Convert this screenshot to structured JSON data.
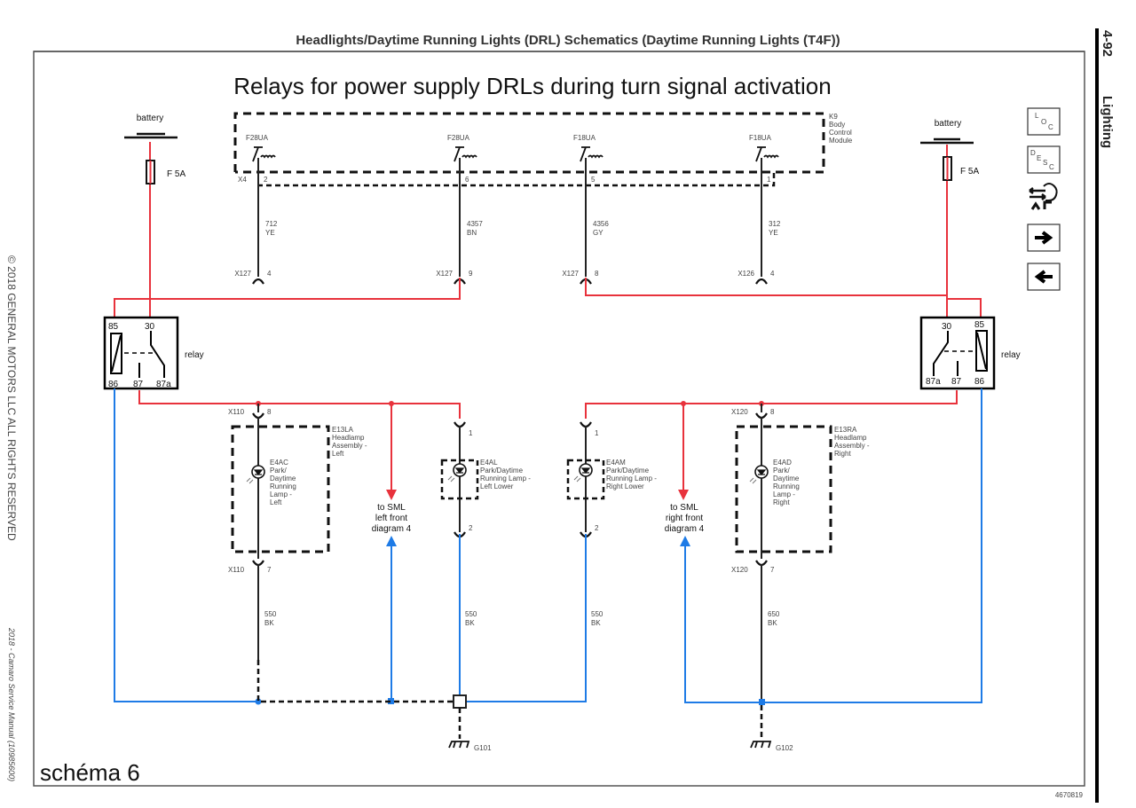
{
  "header": {
    "title": "Headlights/Daytime Running Lights (DRL) Schematics (Daytime Running Lights (T4F))",
    "page_number": "4-92",
    "section": "Lighting"
  },
  "annotation_title": "Relays for power supply DRLs during turn signal activation",
  "footer": {
    "schema_label": "schéma 6",
    "figure_id": "4670819",
    "copyright": "© 2018  GENERAL MOTORS LLC ALL RIGHTS RESERVED",
    "manual": "2018 - Camaro Service Manual (10985600)"
  },
  "nav_icons": [
    {
      "name": "loc-icon",
      "letters": [
        "L",
        "O",
        "C"
      ]
    },
    {
      "name": "desc-icon",
      "letters": [
        "D",
        "E",
        "S",
        "C"
      ]
    },
    {
      "name": "connector-swap-icon"
    },
    {
      "name": "next-arrow-icon",
      "glyph": "➡"
    },
    {
      "name": "prev-arrow-icon",
      "glyph": "⬅"
    }
  ],
  "module": {
    "id": "K9",
    "name_lines": [
      "Body",
      "Control",
      "Module"
    ],
    "connector": "X4",
    "outputs": [
      {
        "driver": "F28UA",
        "pin": "2",
        "circuit": "712",
        "color": "YE",
        "inline": "X127",
        "inline_pin": "4"
      },
      {
        "driver": "F28UA",
        "pin": "6",
        "circuit": "4357",
        "color": "BN",
        "inline": "X127",
        "inline_pin": "9"
      },
      {
        "driver": "F18UA",
        "pin": "5",
        "circuit": "4356",
        "color": "GY",
        "inline": "X127",
        "inline_pin": "8"
      },
      {
        "driver": "F18UA",
        "pin": "1",
        "circuit": "312",
        "color": "YE",
        "inline": "X126",
        "inline_pin": "4"
      }
    ]
  },
  "battery_left": {
    "label": "battery",
    "fuse": "F 5A"
  },
  "battery_right": {
    "label": "battery",
    "fuse": "F 5A"
  },
  "relay_left": {
    "label": "relay",
    "pins": {
      "p85": "85",
      "p30": "30",
      "p86": "86",
      "p87": "87",
      "p87a": "87a"
    }
  },
  "relay_right": {
    "label": "relay",
    "pins": {
      "p85": "85",
      "p30": "30",
      "p86": "86",
      "p87": "87",
      "p87a": "87a"
    }
  },
  "lamps": {
    "left_assembly": {
      "id": "E13LA",
      "name_lines": [
        "Headlamp",
        "Assembly -",
        "Left"
      ],
      "conn": "X110",
      "pin_in": "8",
      "pin_out": "7",
      "lamp": {
        "id": "E4AC",
        "name_lines": [
          "Park/",
          "Daytime",
          "Running",
          "Lamp -",
          "Left"
        ]
      },
      "circuit": "550",
      "color": "BK"
    },
    "left_lower": {
      "id": "E4AL",
      "name_lines": [
        "Park/Daytime",
        "Running Lamp -",
        "Left Lower"
      ],
      "pin_in": "1",
      "pin_out": "2",
      "circuit": "550",
      "color": "BK"
    },
    "right_lower": {
      "id": "E4AM",
      "name_lines": [
        "Park/Daytime",
        "Running Lamp -",
        "Right Lower"
      ],
      "pin_in": "1",
      "pin_out": "2",
      "circuit": "550",
      "color": "BK"
    },
    "right_assembly": {
      "id": "E13RA",
      "name_lines": [
        "Headlamp",
        "Assembly -",
        "Right"
      ],
      "conn": "X120",
      "pin_in": "8",
      "pin_out": "7",
      "lamp": {
        "id": "E4AD",
        "name_lines": [
          "Park/",
          "Daytime",
          "Running",
          "Lamp -",
          "Right"
        ]
      },
      "circuit": "650",
      "color": "BK"
    }
  },
  "sml_left": {
    "lines": [
      "to SML",
      "left front",
      "diagram 4"
    ]
  },
  "sml_right": {
    "lines": [
      "to SML",
      "right front",
      "diagram 4"
    ]
  },
  "grounds": {
    "left": "G101",
    "right": "G102"
  },
  "colors": {
    "power": "#e8323c",
    "ground": "#1e7be6",
    "wire": "#222222"
  }
}
